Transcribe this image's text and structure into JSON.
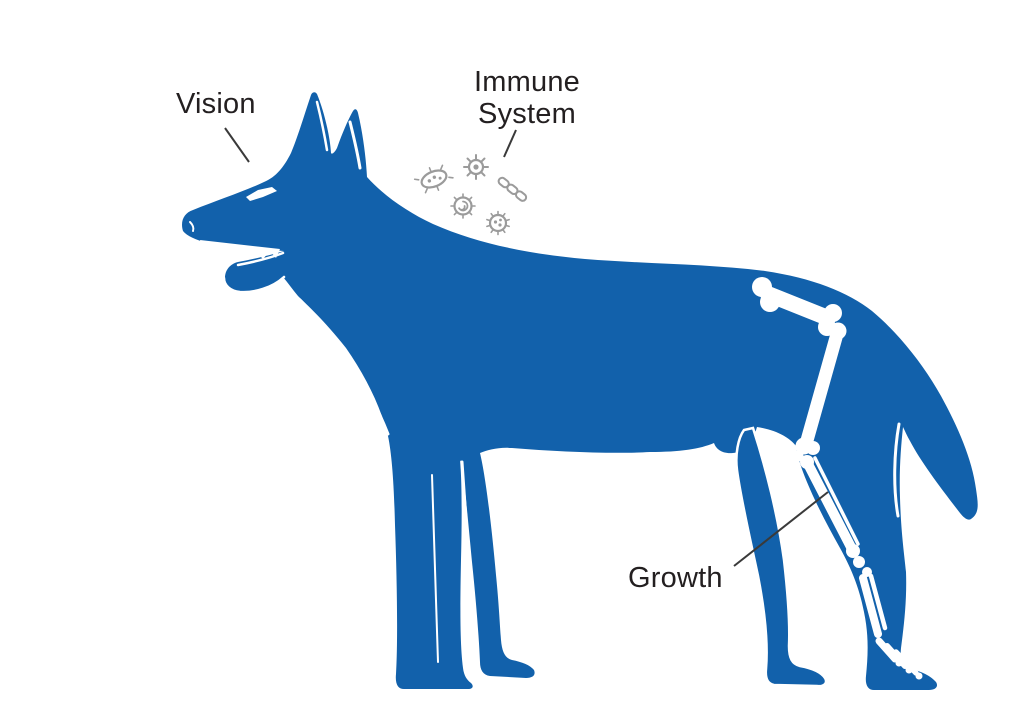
{
  "colors": {
    "background": "#ffffff",
    "dog_blue": "#1261ab",
    "detail_white": "#ffffff",
    "microbe_gray": "#9b9b9b",
    "label_text": "#231f20",
    "leader_line": "#3a3a3a"
  },
  "labels": {
    "vision": "Vision",
    "immune_system": "Immune System",
    "growth": "Growth"
  },
  "icons": {
    "microbes": [
      "bacteria-icon",
      "virus-icon",
      "chain-link-icon",
      "spiral-microbe-icon",
      "spiky-germ-icon"
    ]
  }
}
